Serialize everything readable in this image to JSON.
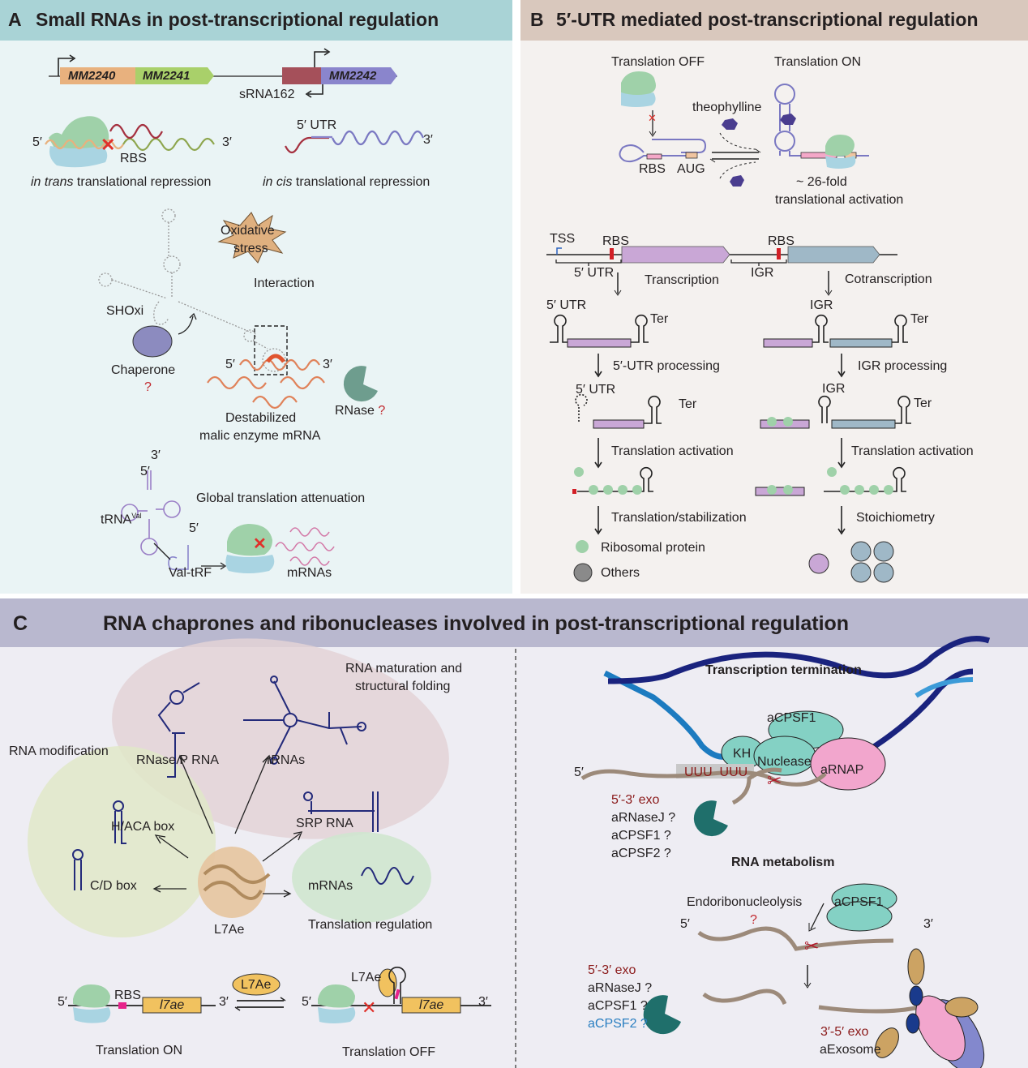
{
  "panel_a": {
    "letter": "A",
    "title": "Small RNAs  in post-transcriptional regulation",
    "genes": [
      "MM2240",
      "MM2241",
      "MM2242"
    ],
    "srna_label": "sRNA162",
    "trans": {
      "five": "5′",
      "three": "3′",
      "rbs": "RBS",
      "caption_italic": "in trans",
      "caption_rest": " translational repression"
    },
    "cis": {
      "utr": "5′ UTR",
      "three": "3′",
      "caption_italic": "in cis",
      "caption_rest": " translational repression"
    },
    "shoxi": {
      "stress": [
        "Oxidative",
        "stress"
      ],
      "interaction": "Interaction",
      "shoxi_label": "SHOxi",
      "chaperone": "Chaperone",
      "question": "?",
      "five": "5′",
      "three": "3′",
      "destabilized": [
        "Destabilized",
        "malic enzyme mRNA"
      ],
      "rnase": "RNase"
    },
    "trna": {
      "three": "3′",
      "five": "5′",
      "trna_label": "tRNA",
      "trna_sup": "Val",
      "global": "Global translation attenuation",
      "five_frag": "5′",
      "valtrf": "Val-tRF",
      "mrnas": "mRNAs"
    }
  },
  "panel_b": {
    "letter": "B",
    "title": "5′-UTR mediated post-transcriptional regulation",
    "switch": {
      "off": "Translation OFF",
      "on": "Translation ON",
      "theophylline": "theophylline",
      "rbs": "RBS",
      "aug": "AUG",
      "fold": "~ 26-fold",
      "activation": "translational activation"
    },
    "operon": {
      "tss": "TSS",
      "rbs1": "RBS",
      "rbs2": "RBS",
      "utr": "5′ UTR",
      "igr": "IGR",
      "transcription": "Transcription",
      "cotranscription": "Cotranscription",
      "left": {
        "utr1": "5′ UTR",
        "ter1": "Ter",
        "processing": "5′-UTR processing",
        "utr2": "5′ UTR",
        "ter2": "Ter",
        "activation": "Translation activation",
        "stabilization": "Translation/stabilization"
      },
      "right": {
        "igr1": "IGR",
        "ter1": "Ter",
        "processing": "IGR processing",
        "igr2": "IGR",
        "ter2": "Ter",
        "activation": "Translation activation",
        "stoich": "Stoichiometry"
      },
      "legend": [
        {
          "label": "Ribosomal protein",
          "icon": "ribosome-icon"
        },
        {
          "label": "Others",
          "icon": "gray-circle-icon"
        }
      ]
    }
  },
  "panel_c": {
    "letter": "C",
    "title": "RNA chaprones and ribonucleases involved in post-transcriptional regulation",
    "left": {
      "maturation": [
        "RNA maturation and",
        "structural folding"
      ],
      "modification": "RNA modification",
      "rnasep": "RNase P RNA",
      "rrnas": "rRNAs",
      "srp": "SRP RNA",
      "haca": "H/ACA box",
      "cd": "C/D box",
      "mrnas": "mRNAs",
      "l7ae": "L7Ae",
      "translation_reg": "Translation regulation",
      "switch": {
        "five": "5′",
        "rbs": "RBS",
        "gene": "l7ae",
        "three": "3′",
        "l7ae_bubble": "L7Ae",
        "l7ae_bound": "L7Ae",
        "on": "Translation ON",
        "off": "Translation OFF"
      }
    },
    "right": {
      "termination_title": "Transcription termination",
      "acpsf1": "aCPSF1",
      "kh": "KH",
      "nuclease": "Nuclease",
      "arnap": "aRNAP",
      "five": "5′",
      "uuu": "UUU  UUU",
      "exo_list_1": [
        "5′-3′ exo",
        "aRNaseJ ?",
        "aCPSF1 ?",
        "aCPSF2 ?"
      ],
      "metabolism_title": "RNA metabolism",
      "endo": "Endoribonucleolysis",
      "acpsf1_b": "aCPSF1",
      "question": "?",
      "five_b": "5′",
      "three_b": "3′",
      "exo_list_2": [
        "5′-3′ exo",
        "aRNaseJ ?",
        "aCPSF1 ?",
        "aCPSF2 ?"
      ],
      "exo35": "3′-5′ exo",
      "aexosome": "aExosome"
    }
  },
  "colors": {
    "panel_a_header": "#a9d3d6",
    "panel_a_bg": "#eaf4f5",
    "panel_b_header": "#d9c8bd",
    "panel_b_bg": "#f4f1ef",
    "panel_c_header": "#b9b8cf",
    "panel_c_bg": "#eeedf3",
    "ribo_green": "#9fd1a9",
    "ribo_blue": "#a9d4e2",
    "rna_purple": "#7a78c2",
    "accent_red": "#c1272d"
  }
}
